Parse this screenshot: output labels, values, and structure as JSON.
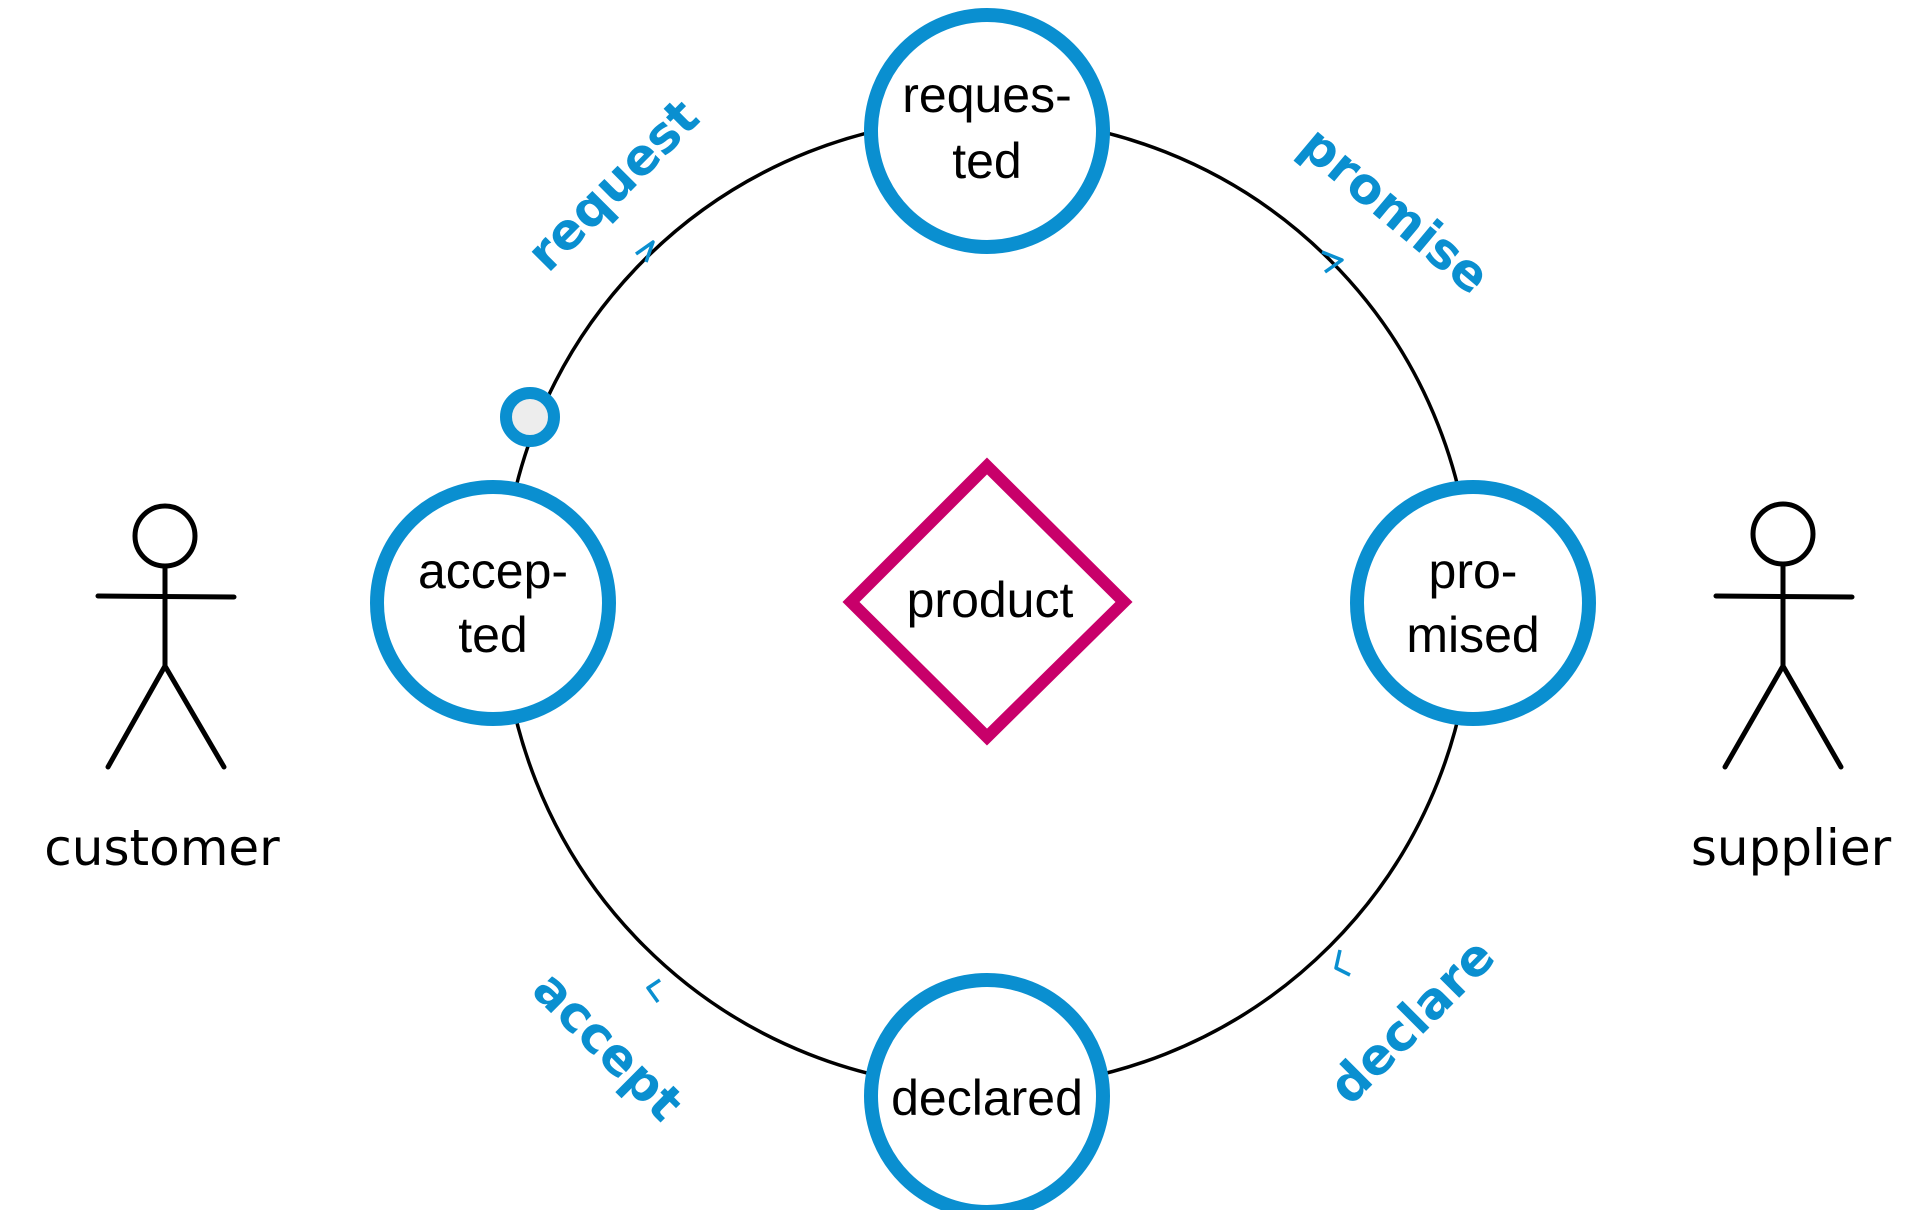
{
  "colors": {
    "state": "#0A8FD0",
    "act": "#0A8FD0",
    "product": "#C8006A",
    "line": "#000000",
    "start_fill": "#EDEDED"
  },
  "actors": {
    "customer": "customer",
    "supplier": "supplier"
  },
  "states": {
    "requested": [
      "reques-",
      "ted"
    ],
    "promised": [
      "pro-",
      "mised"
    ],
    "declared": [
      "declared"
    ],
    "accepted": [
      "accep-",
      "ted"
    ]
  },
  "acts": {
    "request": "request",
    "promise": "promise",
    "declare": "declare",
    "accept": "accept"
  },
  "product": "product"
}
